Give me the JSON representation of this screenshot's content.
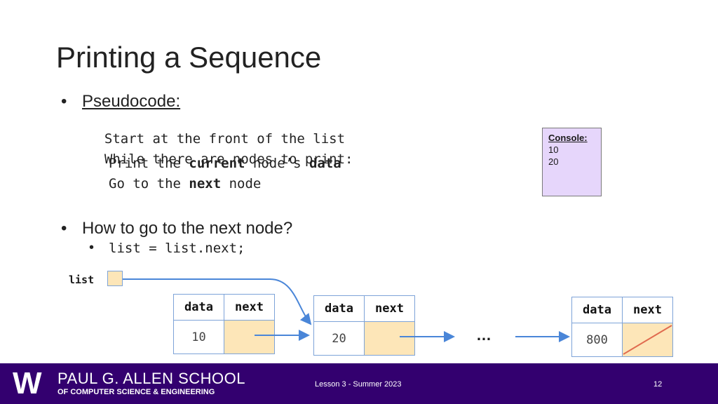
{
  "slide": {
    "title": "Printing a Sequence",
    "bullet1": {
      "dot": "•",
      "label": "Pseudocode:"
    },
    "pseudocode": [
      {
        "parts": [
          {
            "text": "Start at the front of the list",
            "bold": false
          }
        ]
      },
      {
        "parts": [
          {
            "text": "While there are nodes to print:",
            "bold": false
          }
        ]
      },
      {
        "parts": [
          {
            "text": "Print the ",
            "bold": false
          },
          {
            "text": "current",
            "bold": true
          },
          {
            "text": " node’s ",
            "bold": false
          },
          {
            "text": "data",
            "bold": true
          }
        ]
      },
      {
        "parts": [
          {
            "text": "Go to the ",
            "bold": false
          },
          {
            "text": "next",
            "bold": true
          },
          {
            "text": " node",
            "bold": false
          }
        ]
      }
    ],
    "bullet2": {
      "dot": "•",
      "label": "How to go to the next node?"
    },
    "sub_bullet": {
      "dot": "•",
      "code": "list = list.next;"
    }
  },
  "console": {
    "header": "Console:",
    "lines": [
      "10",
      "20"
    ]
  },
  "diagram": {
    "list_label": "list",
    "nodes": [
      {
        "data_header": "data",
        "next_header": "next",
        "value": "10"
      },
      {
        "data_header": "data",
        "next_header": "next",
        "value": "20"
      },
      {
        "data_header": "data",
        "next_header": "next",
        "value": "800"
      }
    ],
    "ellipsis": "…",
    "colors": {
      "pointer_fill": "#fde6b8",
      "arrow": "#4a86d8",
      "null_slash": "#e06b4f",
      "border": "#7da3d8"
    }
  },
  "footer": {
    "logo_letter": "W",
    "school_line1": "PAUL G. ALLEN SCHOOL",
    "school_line2": "OF COMPUTER SCIENCE & ENGINEERING",
    "lesson": "Lesson 3 - Summer 2023",
    "page_number": "12",
    "background": "#33006f"
  }
}
